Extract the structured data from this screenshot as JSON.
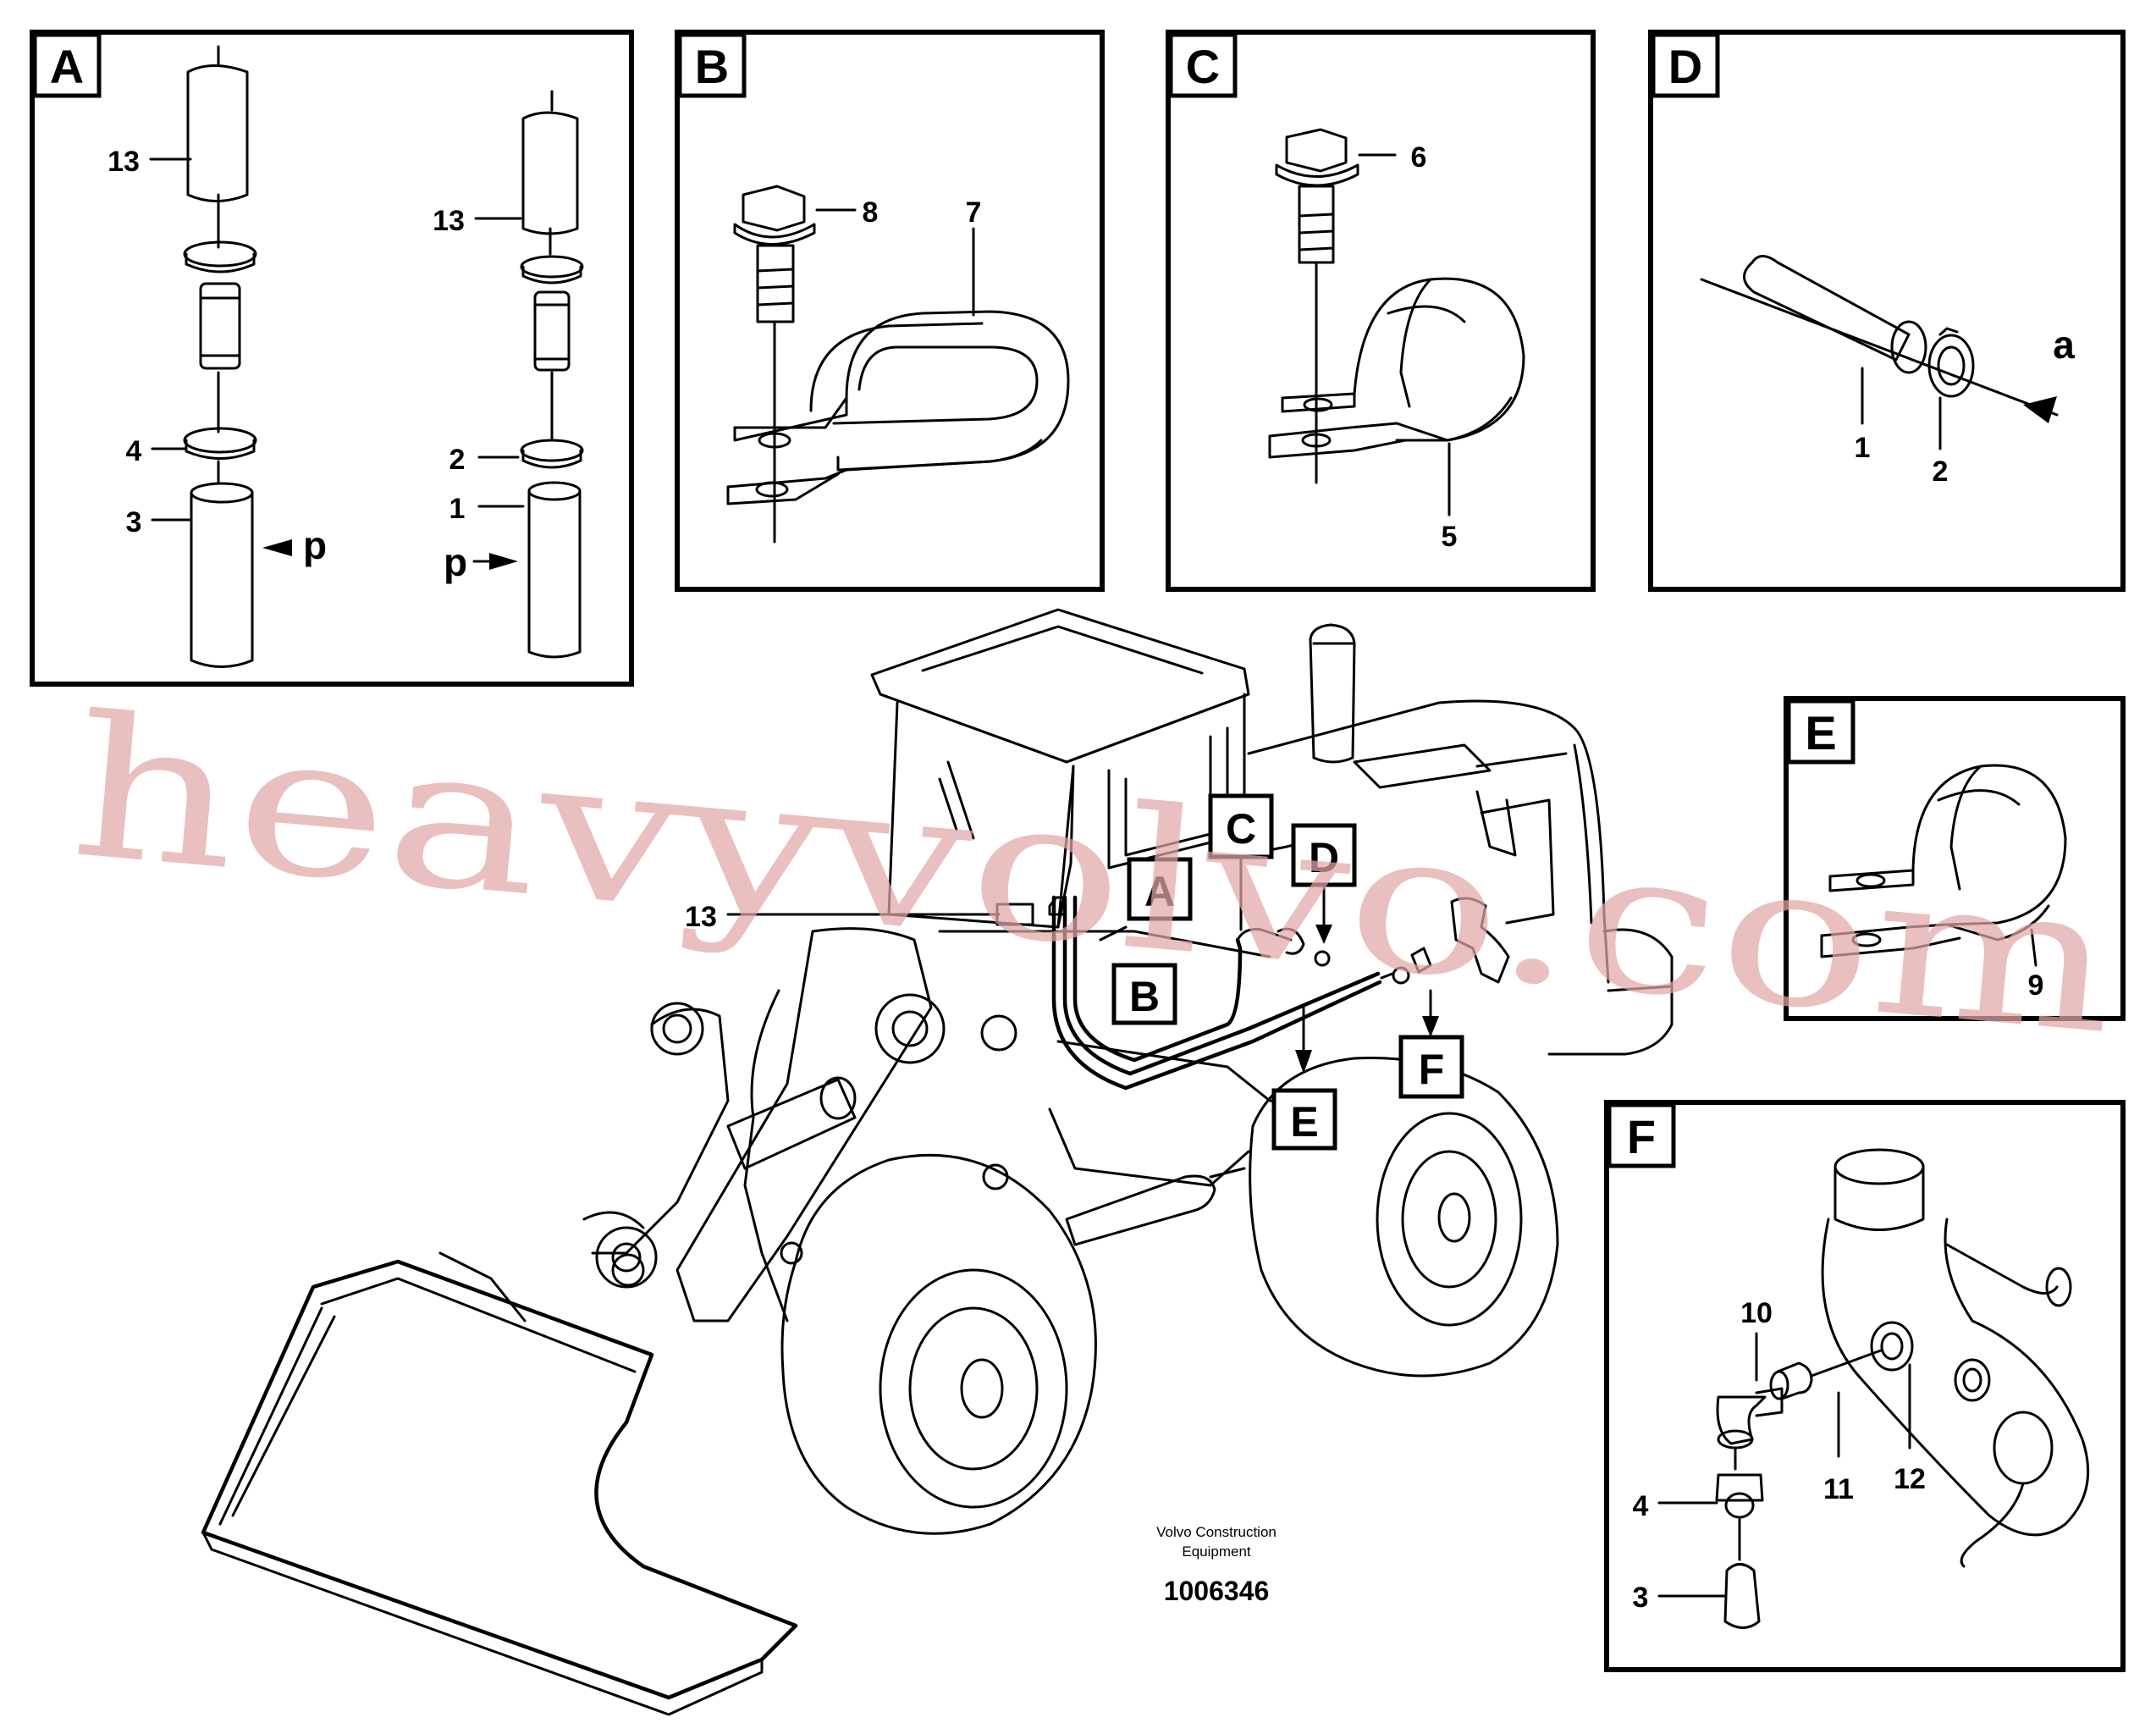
{
  "panels": {
    "A": {
      "letter": "A",
      "labels": [
        "13",
        "4",
        "3",
        "p",
        "13",
        "2",
        "1",
        "p"
      ]
    },
    "B": {
      "letter": "B",
      "labels": [
        "8",
        "7"
      ]
    },
    "C": {
      "letter": "C",
      "labels": [
        "6",
        "5"
      ]
    },
    "D": {
      "letter": "D",
      "labels": [
        "a",
        "1",
        "2"
      ]
    },
    "E": {
      "letter": "E",
      "labels": [
        "9"
      ]
    },
    "F": {
      "letter": "F",
      "labels": [
        "10",
        "4",
        "3",
        "11",
        "12"
      ]
    }
  },
  "machine": {
    "callout_13": "13",
    "tags": [
      "A",
      "B",
      "C",
      "D",
      "E",
      "F"
    ]
  },
  "caption": {
    "line1": "Volvo Construction",
    "line2": "Equipment",
    "number": "1006346"
  },
  "watermark": "heavyvolvo.com",
  "colors": {
    "ink": "#000000",
    "watermark": "#e2a7a7",
    "background": "#ffffff"
  }
}
